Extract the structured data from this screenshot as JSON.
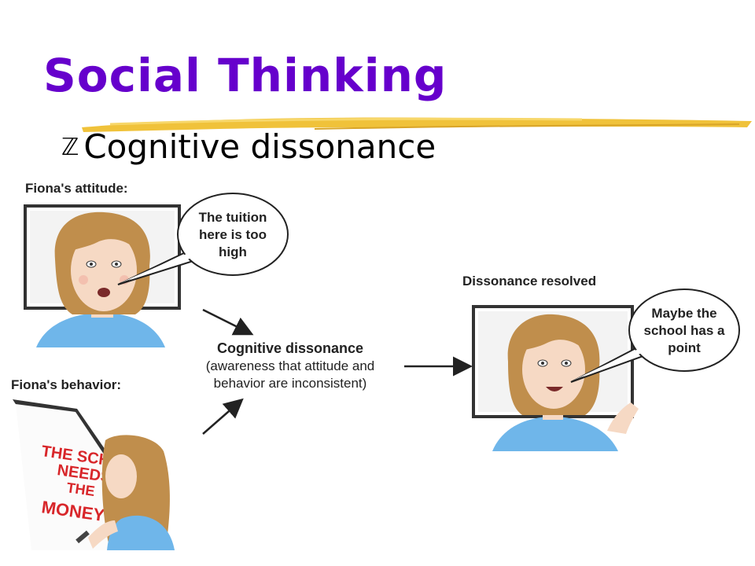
{
  "slide": {
    "title": "Social Thinking",
    "bullet": "Cognitive dissonance"
  },
  "figure": {
    "attitude_label": "Fiona's attitude:",
    "attitude_bubble": [
      "The tuition",
      "here is too",
      "high"
    ],
    "behavior_label": "Fiona's behavior:",
    "board_text": [
      "THE SCHOOL",
      "NEEDS",
      "THE",
      "MONEY!"
    ],
    "center_title": "Cognitive dissonance",
    "center_desc": [
      "(awareness that attitude and",
      "behavior are inconsistent)"
    ],
    "resolved_label": "Dissonance resolved",
    "resolved_bubble": [
      "Maybe the",
      "school has a",
      "point"
    ]
  },
  "colors": {
    "title": "#6600cc",
    "highlighter": "#f0c23a",
    "shirt": "#6fb6ea",
    "hair": "#c08e4c",
    "skin": "#f6d9c4",
    "board_text": "#d8262a"
  }
}
